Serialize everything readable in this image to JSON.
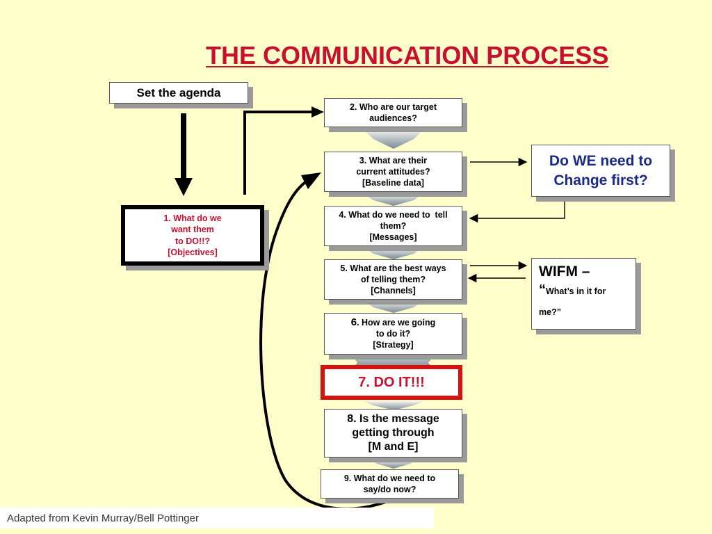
{
  "title": "THE COMMUNICATION PROCESS",
  "boxes": {
    "agenda": "Set the agenda",
    "objectives": [
      "1. What do we",
      "want them",
      "to DO!!?",
      "[Objectives]"
    ],
    "step2": [
      "2. Who are our target",
      "audiences?"
    ],
    "step3": [
      "3. What are their",
      "current attitudes?",
      "[Baseline data]"
    ],
    "step4": [
      "4. What do we need to  tell",
      "them?",
      "[Messages]"
    ],
    "step5": [
      "5. What are the best ways",
      "of telling them?",
      "[Channels]"
    ],
    "step6": {
      "number": "6",
      "lines": [
        ". How are we going",
        "to do it?",
        "[Strategy]"
      ]
    },
    "step7": "7. DO IT!!!",
    "step8": [
      "8. Is the message",
      "getting through",
      "[M and E]"
    ],
    "step9": [
      "9. What do we need to",
      "say/do now?"
    ],
    "change": [
      "Do WE need to",
      "Change first?"
    ],
    "wifm": {
      "title": "WIFM –",
      "quote": "“",
      "sub": "What’s in it for me?”"
    }
  },
  "footer": "Adapted from Kevin Murray/Bell Pottinger",
  "colors": {
    "background": "#ffffcc",
    "title": "#c8102e",
    "objectives_text": "#c8102e",
    "doit_border": "#d81010",
    "change_text": "#1a2a8a"
  }
}
